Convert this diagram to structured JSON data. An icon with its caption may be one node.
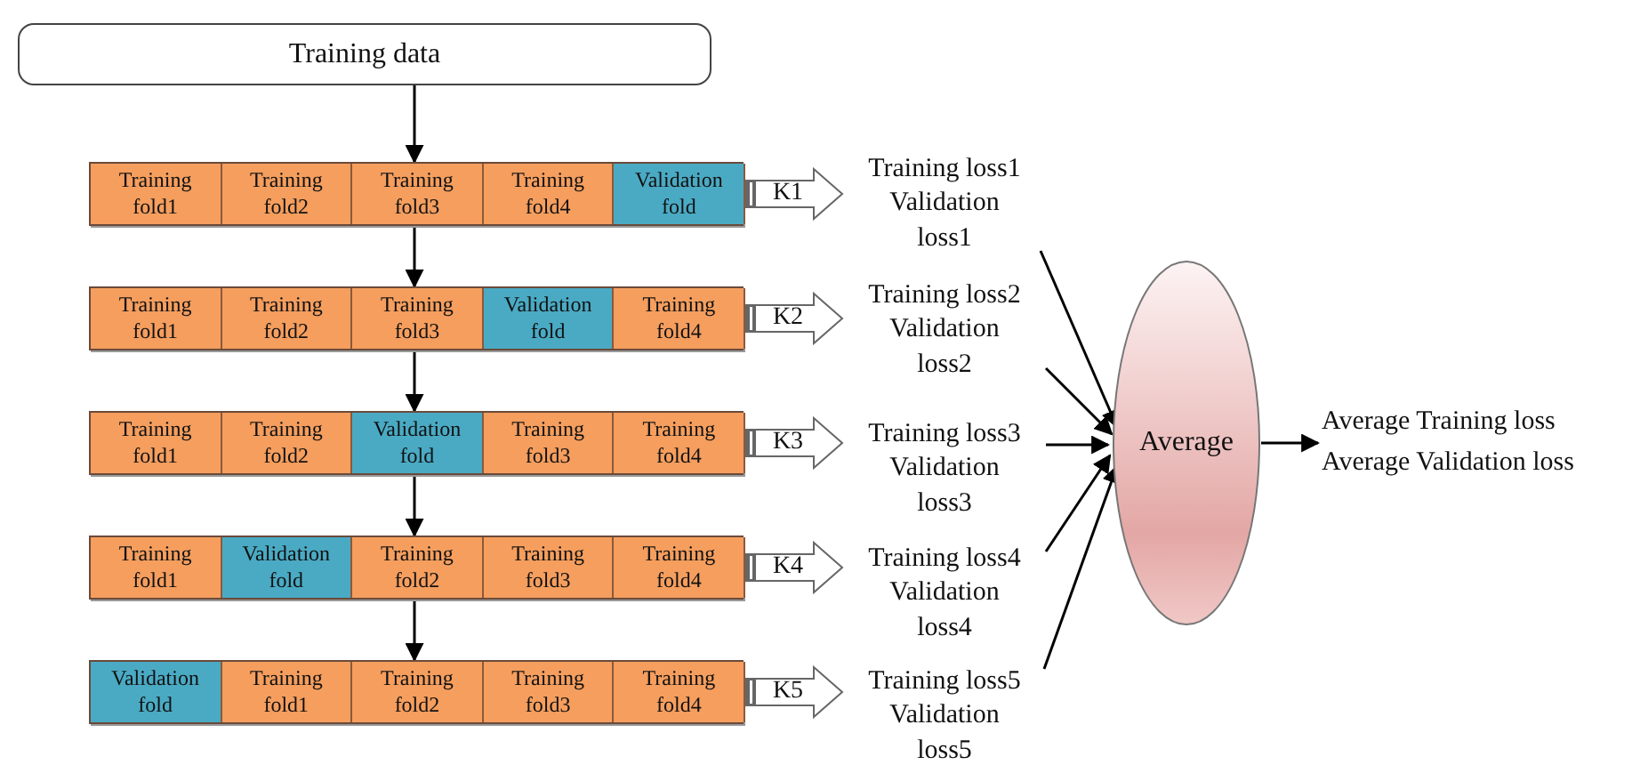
{
  "diagram": {
    "nodes": [
      {
        "text": [
          "Training data"
        ]
      },
      {
        "text": [],
        "shape": "bar"
      },
      {
        "text": [
          "Training fold1"
        ],
        "in": 1
      },
      {
        "text": [
          "Training fold2"
        ],
        "in": 1
      },
      {
        "text": [
          "Training fold3"
        ],
        "in": 1
      },
      {
        "text": [
          "Training fold4"
        ],
        "in": 1
      },
      {
        "text": [
          "Validation fold"
        ],
        "in": 1
      },
      {
        "text": [],
        "shape": "bar"
      },
      {
        "text": [
          "Training fold1"
        ],
        "in": 7
      },
      {
        "text": [
          "Training fold2"
        ],
        "in": 7
      },
      {
        "text": [
          "Training fold3"
        ],
        "in": 7
      },
      {
        "text": [
          "Validation fold"
        ],
        "in": 7
      },
      {
        "text": [
          "Training fold4"
        ],
        "in": 7
      },
      {
        "text": [],
        "shape": "bar"
      },
      {
        "text": [
          "Training fold1"
        ],
        "in": 13
      },
      {
        "text": [
          "Training fold2"
        ],
        "in": 13
      },
      {
        "text": [
          "Validation fold"
        ],
        "in": 13
      },
      {
        "text": [
          "Training fold3"
        ],
        "in": 13
      },
      {
        "text": [
          "Training fold4"
        ],
        "in": 13
      },
      {
        "text": [],
        "shape": "bar"
      },
      {
        "text": [
          "Training fold1"
        ],
        "in": 19
      },
      {
        "text": [
          "Validation fold"
        ],
        "in": 19
      },
      {
        "text": [
          "Training fold2"
        ],
        "in": 19
      },
      {
        "text": [
          "Training fold3"
        ],
        "in": 19
      },
      {
        "text": [
          "Training fold4"
        ],
        "in": 19
      },
      {
        "text": [],
        "shape": "bar"
      },
      {
        "text": [
          "Validation fold"
        ],
        "in": 25
      },
      {
        "text": [
          "Training fold1"
        ],
        "in": 25
      },
      {
        "text": [
          "Training fold2"
        ],
        "in": 25
      },
      {
        "text": [
          "Training fold3"
        ],
        "in": 25
      },
      {
        "text": [
          "Training fold4"
        ],
        "in": 25
      },
      {
        "text": [
          "Training loss1",
          "Validation loss1"
        ]
      },
      {
        "text": [
          "Training loss2",
          "Validation loss2"
        ]
      },
      {
        "text": [
          "Training loss3",
          "Validation loss3"
        ]
      },
      {
        "text": [
          "Training loss4",
          "Validation loss4"
        ]
      },
      {
        "text": [
          "Training loss5",
          "Validation loss5"
        ]
      },
      {
        "text": [
          "Average"
        ]
      },
      {
        "text": [
          "Average Training loss",
          "Average Validation loss"
        ]
      }
    ],
    "edges": [
      {
        "from": 0,
        "to": 1,
        "arrow": "to"
      },
      {
        "from": 1,
        "to": 7,
        "arrow": "to"
      },
      {
        "from": 7,
        "to": 13,
        "arrow": "to"
      },
      {
        "from": 13,
        "to": 19,
        "arrow": "to"
      },
      {
        "from": 19,
        "to": 25,
        "arrow": "to"
      },
      {
        "from": 1,
        "to": 31,
        "arrow": "to",
        "label": "K1",
        "style": "thick",
        "color": "#666666"
      },
      {
        "from": 7,
        "to": 32,
        "arrow": "to",
        "label": "K2",
        "style": "thick",
        "color": "#666666"
      },
      {
        "from": 13,
        "to": 33,
        "arrow": "to",
        "label": "K3",
        "style": "thick",
        "color": "#666666"
      },
      {
        "from": 19,
        "to": 34,
        "arrow": "to",
        "label": "K4",
        "style": "thick",
        "color": "#666666"
      },
      {
        "from": 25,
        "to": 35,
        "arrow": "to",
        "label": "K5",
        "style": "thick",
        "color": "#666666"
      },
      {
        "from": 31,
        "to": 36,
        "arrow": "to"
      },
      {
        "from": 32,
        "to": 36,
        "arrow": "to"
      },
      {
        "from": 33,
        "to": 36,
        "arrow": "to"
      },
      {
        "from": 34,
        "to": 36,
        "arrow": "to"
      },
      {
        "from": 35,
        "to": 36,
        "arrow": "to"
      },
      {
        "from": 36,
        "to": 37,
        "arrow": "to"
      }
    ]
  }
}
